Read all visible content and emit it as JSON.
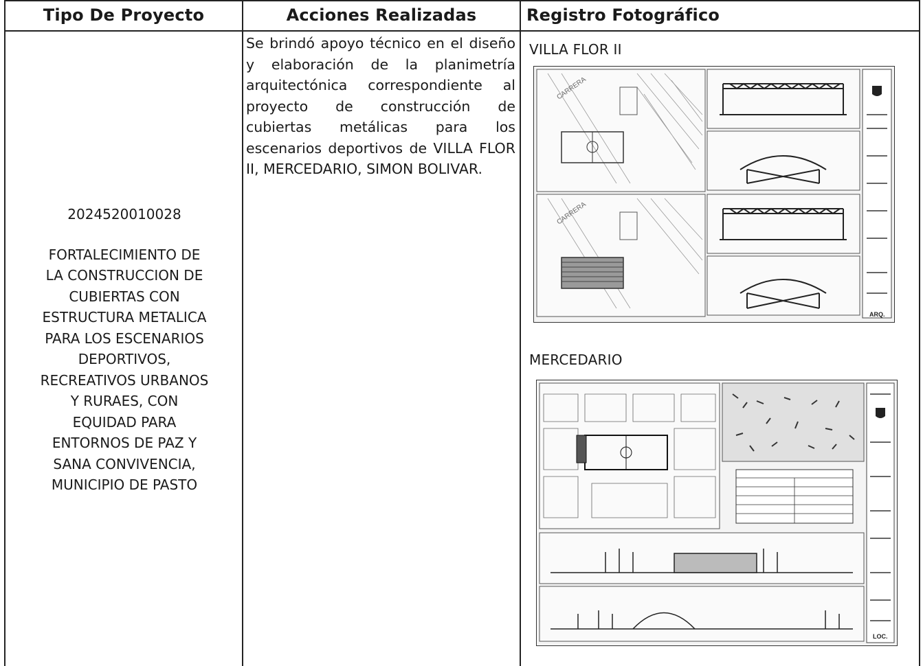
{
  "headers": {
    "col1": "Tipo De Proyecto",
    "col2": "Acciones Realizadas",
    "col3": "Registro Fotográfico"
  },
  "project": {
    "code": "2024520010028",
    "name": "FORTALECIMIENTO DE\nLA CONSTRUCCION DE\nCUBIERTAS CON\nESTRUCTURA METALICA\nPARA LOS ESCENARIOS\nDEPORTIVOS,\nRECREATIVOS URBANOS\nY RURAES, CON\nEQUIDAD PARA\nENTORNOS DE PAZ Y\nSANA CONVIVENCIA,\nMUNICIPIO DE PASTO"
  },
  "actions": {
    "text": "Se brindó apoyo técnico en el diseño y elaboración de la planimetría arquitectónica correspondiente al proyecto de construcción de cubiertas metálicas para los escenarios deportivos de VILLA FLOR II, MERCEDARIO, SIMON BOLIVAR."
  },
  "photos": [
    {
      "title": "VILLA FLOR II",
      "sheet_label": "ARQ."
    },
    {
      "title": "MERCEDARIO",
      "sheet_label": "LOC."
    }
  ]
}
